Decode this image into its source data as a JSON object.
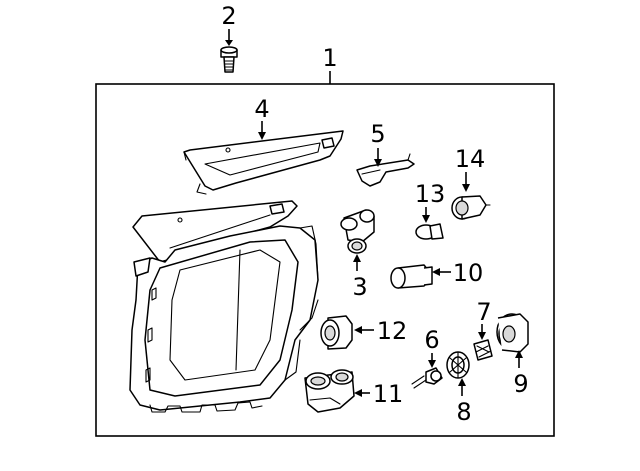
{
  "callouts": {
    "c1": "1",
    "c2": "2",
    "c3": "3",
    "c4": "4",
    "c5": "5",
    "c6": "6",
    "c7": "7",
    "c8": "8",
    "c9": "9",
    "c10": "10",
    "c11": "11",
    "c12": "12",
    "c13": "13",
    "c14": "14"
  },
  "parts": [
    {
      "id": "c1",
      "name": "headlamp-assembly",
      "icon": "headlamp-assembly-icon"
    },
    {
      "id": "c2",
      "name": "bolt",
      "icon": "bolt-icon"
    },
    {
      "id": "c3",
      "name": "socket",
      "icon": "socket-icon"
    },
    {
      "id": "c4",
      "name": "upper-bracket",
      "icon": "bracket-icon"
    },
    {
      "id": "c5",
      "name": "clip",
      "icon": "clip-icon"
    },
    {
      "id": "c6",
      "name": "bulb",
      "icon": "bulb-icon"
    },
    {
      "id": "c7",
      "name": "cover",
      "icon": "cover-icon"
    },
    {
      "id": "c8",
      "name": "retainer",
      "icon": "retainer-icon"
    },
    {
      "id": "c9",
      "name": "dust-cap",
      "icon": "cap-icon"
    },
    {
      "id": "c10",
      "name": "bulb",
      "icon": "bulb-icon"
    },
    {
      "id": "c11",
      "name": "socket",
      "icon": "socket-icon"
    },
    {
      "id": "c12",
      "name": "bulb",
      "icon": "bulb-icon"
    },
    {
      "id": "c13",
      "name": "bulb",
      "icon": "bulb-icon"
    },
    {
      "id": "c14",
      "name": "socket",
      "icon": "socket-icon"
    }
  ]
}
